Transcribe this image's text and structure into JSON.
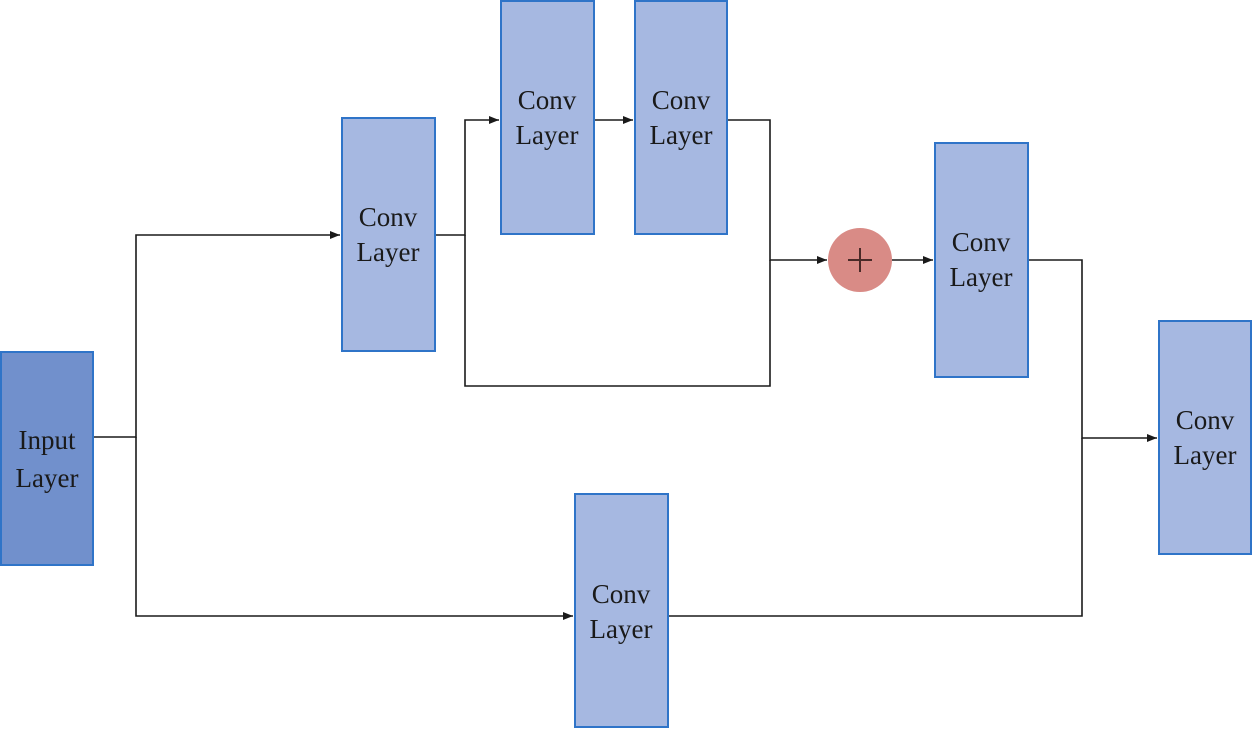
{
  "diagram": {
    "colors": {
      "conv_fill": "#a6b8e1",
      "input_fill": "#7190cc",
      "border": "#2f74c8",
      "add_node": "#d98b86",
      "edge": "#1a1a1a"
    },
    "nodes": {
      "input": {
        "line1": "Input",
        "line2": "Layer"
      },
      "conv_top_entry": {
        "line1": "Conv",
        "line2": "Layer"
      },
      "conv_branch_a": {
        "line1": "Conv",
        "line2": "Layer"
      },
      "conv_branch_b": {
        "line1": "Conv",
        "line2": "Layer"
      },
      "conv_after_add": {
        "line1": "Conv",
        "line2": "Layer"
      },
      "conv_bottom": {
        "line1": "Conv",
        "line2": "Layer"
      },
      "conv_output": {
        "line1": "Conv",
        "line2": "Layer"
      }
    },
    "add_node": {
      "symbol": "+"
    }
  }
}
